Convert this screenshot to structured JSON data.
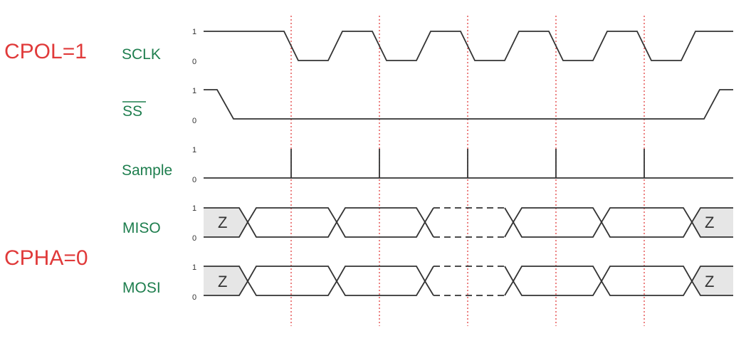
{
  "labels": {
    "cpol": "CPOL=1",
    "cpha": "CPHA=0"
  },
  "signals": {
    "sclk": "SCLK",
    "ss": "SS",
    "sample": "Sample",
    "miso": "MISO",
    "mosi": "MOSI"
  },
  "levels": {
    "high": "1",
    "low": "0"
  },
  "high_z": "Z",
  "colors": {
    "label_red": "#e03a3a",
    "signal_green": "#1e7e4e",
    "marker_red": "#e03030",
    "wave": "#333333",
    "hiz_fill": "#e6e6e6"
  }
}
